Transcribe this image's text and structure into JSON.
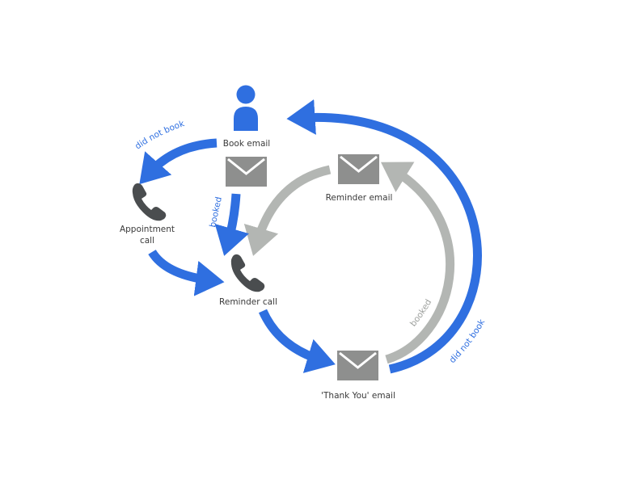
{
  "colors": {
    "blue": "#2f6fe0",
    "grey_arrow": "#b3b6b3",
    "envelope": "#8e8f8e",
    "phone": "#4a4d4f",
    "label": "#3a3a3a"
  },
  "nodes": {
    "person": {
      "icon": "person-icon"
    },
    "book_email": {
      "label": "Book email",
      "icon": "envelope-icon"
    },
    "appointment_call": {
      "label_line1": "Appointment",
      "label_line2": "call",
      "icon": "phone-icon"
    },
    "reminder_call": {
      "label": "Reminder call",
      "icon": "phone-icon"
    },
    "reminder_email": {
      "label": "Reminder email",
      "icon": "envelope-icon"
    },
    "thankyou_email": {
      "label": "'Thank You' email",
      "icon": "envelope-icon"
    }
  },
  "edges": {
    "did_not_book_left": "did not book",
    "booked_left": "booked",
    "booked_right": "booked",
    "did_not_book_right": "did not book"
  }
}
